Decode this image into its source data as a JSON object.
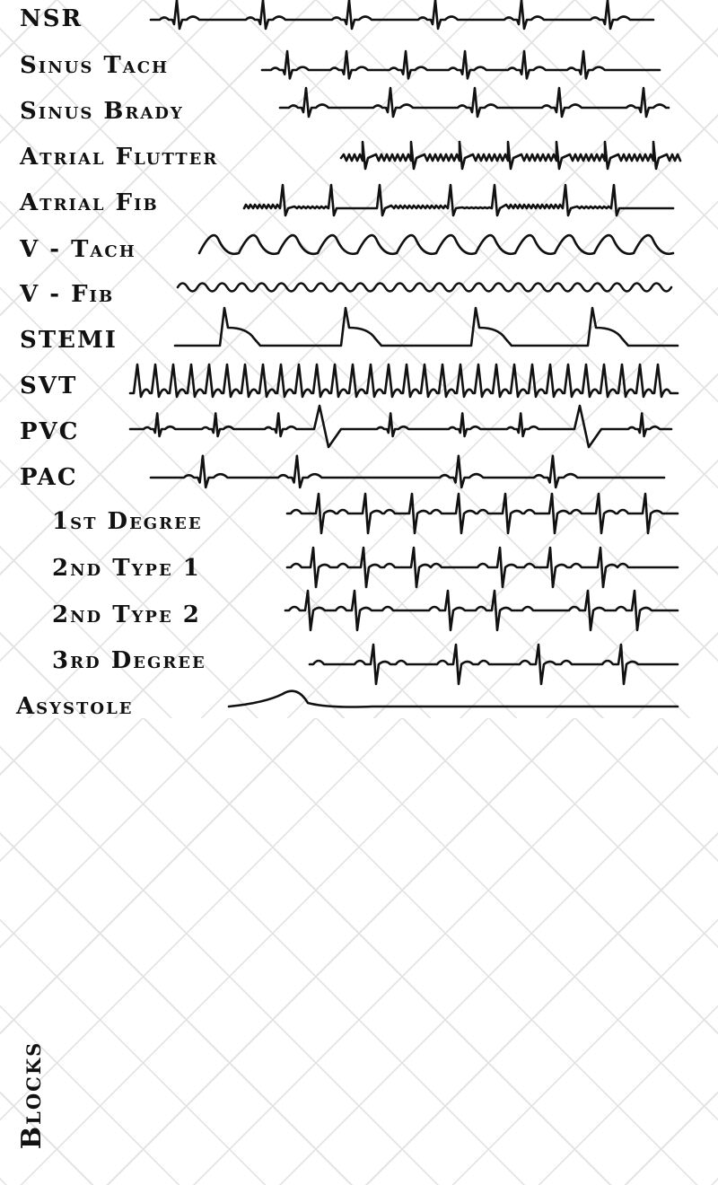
{
  "rhythms": [
    {
      "id": "nsr",
      "label": "NSR"
    },
    {
      "id": "stach",
      "label": "Sinus Tach"
    },
    {
      "id": "sbrady",
      "label": "Sinus Brady"
    },
    {
      "id": "aflutter",
      "label": "Atrial Flutter"
    },
    {
      "id": "afib",
      "label": "Atrial Fib"
    },
    {
      "id": "vtach",
      "label": "V - Tach"
    },
    {
      "id": "vfib",
      "label": "V - Fib"
    },
    {
      "id": "stemi",
      "label": "STEMI"
    },
    {
      "id": "svt",
      "label": "SVT"
    },
    {
      "id": "pvc",
      "label": "PVC"
    },
    {
      "id": "pac",
      "label": "PAC"
    },
    {
      "id": "block1",
      "label": "1st Degree"
    },
    {
      "id": "block2t1",
      "label": "2nd Type 1"
    },
    {
      "id": "block2t2",
      "label": "2nd Type 2"
    },
    {
      "id": "block3",
      "label": "3rd Degree"
    },
    {
      "id": "asystole",
      "label": "Asystole"
    }
  ],
  "blocks_group_label": "Blocks"
}
